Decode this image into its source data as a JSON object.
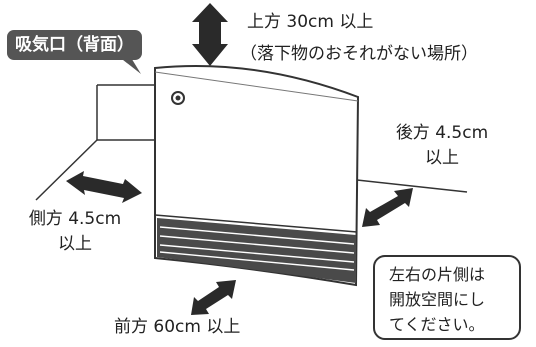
{
  "labels": {
    "intake": "吸気口（背面）",
    "top_line1": "上方 30cm 以上",
    "top_line2": "（落下物のおそれがない場所）",
    "rear_line1": "後方 4.5cm",
    "rear_line2": "以上",
    "side_line1": "側方 4.5cm",
    "side_line2": "以上",
    "front": "前方 60cm 以上",
    "note_lines": [
      "左右の片側は",
      "開放空間にし",
      "てください。"
    ]
  },
  "colors": {
    "arrow": "#2a2a2a",
    "line": "#333333",
    "badge": "#555555",
    "unit_panel": "#ffffff",
    "grille": "#4a4a4a"
  }
}
